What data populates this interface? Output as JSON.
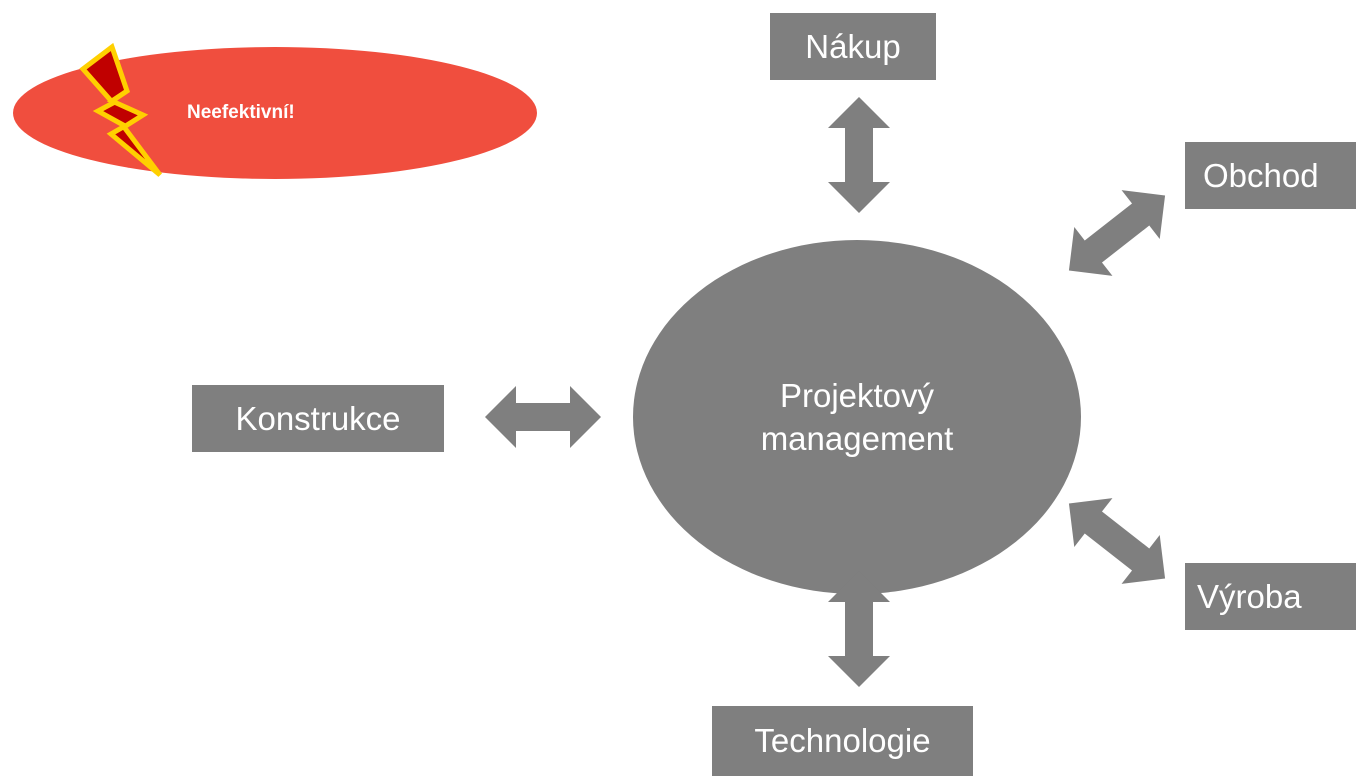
{
  "diagram": {
    "center": {
      "line1": "Projektový",
      "line2": "management",
      "color": "#7f7f7f"
    },
    "nodes": {
      "nakup": "Nákup",
      "obchod": "Obchod",
      "konstrukce": "Konstrukce",
      "vyroba": "Výroba",
      "technologie": "Technologie"
    },
    "warning": {
      "label": "Neefektivní!",
      "icon": "lightning-bolt-icon",
      "color": "#f04e3e",
      "bolt_fill": "#c00000",
      "bolt_outline": "#ffd000"
    },
    "arrow_color": "#7f7f7f"
  }
}
